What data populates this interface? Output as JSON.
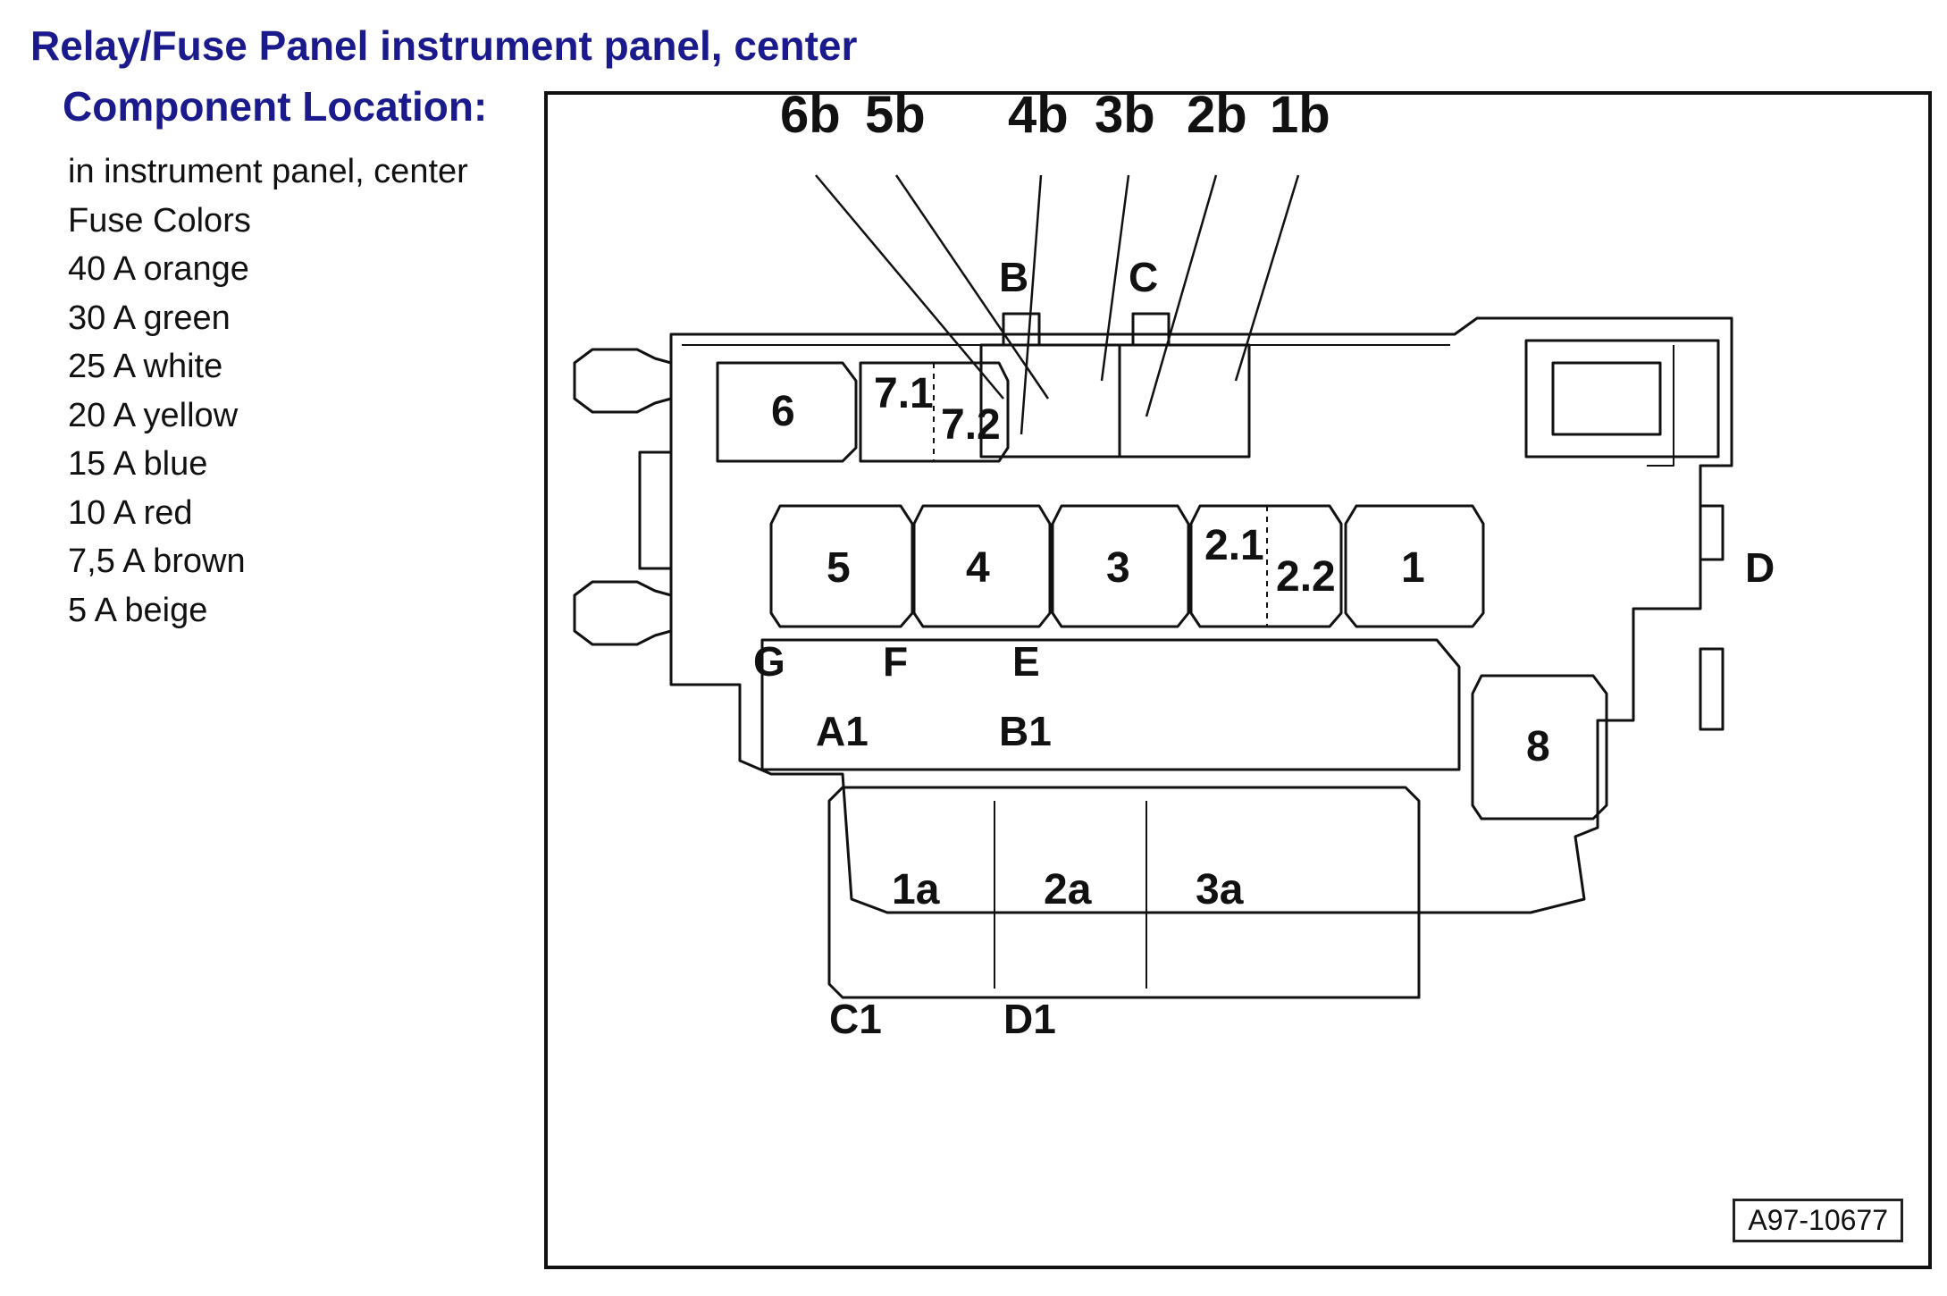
{
  "header": {
    "title": "Relay/Fuse Panel instrument panel, center",
    "subtitle": "Component Location:"
  },
  "info": {
    "location": "in instrument panel, center",
    "fuse_colors_heading": "Fuse Colors",
    "fuse_colors": [
      "40 A orange",
      "30 A green",
      "25 A white",
      "20 A yellow",
      "15 A blue",
      "10 A red",
      "7,5 A brown",
      "5 A beige"
    ]
  },
  "diagram": {
    "reference_code": "A97-10677",
    "top_labels": [
      "6b",
      "5b",
      "4b",
      "3b",
      "2b",
      "1b"
    ],
    "connector_labels": [
      "B",
      "C",
      "D",
      "G",
      "F",
      "E",
      "A1",
      "B1",
      "C1",
      "D1"
    ],
    "relay_labels": [
      "6",
      "7.1",
      "7.2",
      "5",
      "4",
      "3",
      "2.1",
      "2.2",
      "1",
      "8",
      "1a",
      "2a",
      "3a"
    ]
  }
}
